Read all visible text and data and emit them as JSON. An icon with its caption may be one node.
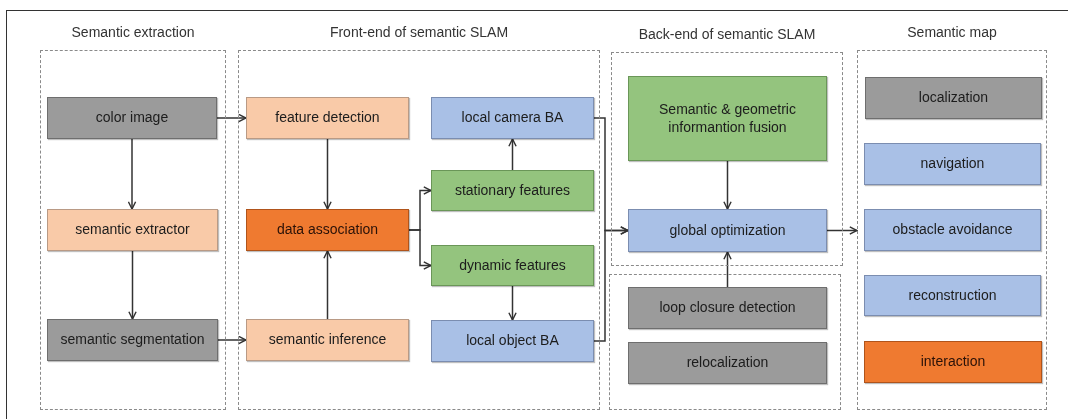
{
  "diagram": {
    "nodes": [
      {
        "text": [
          "Semantic extraction"
        ]
      },
      {
        "text": [
          "color image"
        ],
        "in": 0
      },
      {
        "text": [
          "semantic extractor"
        ],
        "in": 0
      },
      {
        "text": [
          "semantic segmentation"
        ],
        "in": 0
      },
      {
        "text": [
          "Front-end of semantic SLAM"
        ]
      },
      {
        "text": [
          "feature detection"
        ],
        "in": 4
      },
      {
        "text": [
          "data association"
        ],
        "in": 4
      },
      {
        "text": [
          "semantic inference"
        ],
        "in": 4
      },
      {
        "text": [
          "local camera BA"
        ],
        "in": 4
      },
      {
        "text": [
          "stationary features"
        ],
        "in": 4
      },
      {
        "text": [
          "dynamic features"
        ],
        "in": 4
      },
      {
        "text": [
          "local object BA"
        ],
        "in": 4
      },
      {
        "text": [
          "Back-end of semantic SLAM"
        ]
      },
      {
        "text": [
          "Semantic & geometric informantion fusion"
        ],
        "in": 12
      },
      {
        "text": [
          "global optimization"
        ],
        "in": 12
      },
      {
        "text": [],
        "shape": "box"
      },
      {
        "text": [
          "loop closure detection"
        ],
        "in": 15
      },
      {
        "text": [
          "relocalization"
        ],
        "in": 15
      },
      {
        "text": [
          "Semantic map"
        ]
      },
      {
        "text": [
          "localization"
        ],
        "in": 18
      },
      {
        "text": [
          "navigation"
        ],
        "in": 18
      },
      {
        "text": [
          "obstacle avoidance"
        ],
        "in": 18
      },
      {
        "text": [
          "reconstruction"
        ],
        "in": 18
      },
      {
        "text": [
          "interaction"
        ],
        "in": 18
      }
    ],
    "edges": [
      {
        "from": 1,
        "to": 2,
        "arrow": "to"
      },
      {
        "from": 2,
        "to": 3,
        "arrow": "to"
      },
      {
        "from": 1,
        "to": 5,
        "arrow": "to"
      },
      {
        "from": 3,
        "to": 7,
        "arrow": "to"
      },
      {
        "from": 5,
        "to": 6,
        "arrow": "to"
      },
      {
        "from": 7,
        "to": 6,
        "arrow": "to"
      },
      {
        "from": 6,
        "to": 9,
        "arrow": "to"
      },
      {
        "from": 6,
        "to": 10,
        "arrow": "to"
      },
      {
        "from": 9,
        "to": 8,
        "arrow": "to"
      },
      {
        "from": 10,
        "to": 11,
        "arrow": "to"
      },
      {
        "from": 8,
        "to": 14,
        "arrow": "to"
      },
      {
        "from": 11,
        "to": 14,
        "arrow": "to"
      },
      {
        "from": 13,
        "to": 14,
        "arrow": "to"
      },
      {
        "from": 16,
        "to": 14,
        "arrow": "to"
      },
      {
        "from": 14,
        "to": 18,
        "arrow": "to"
      }
    ]
  }
}
